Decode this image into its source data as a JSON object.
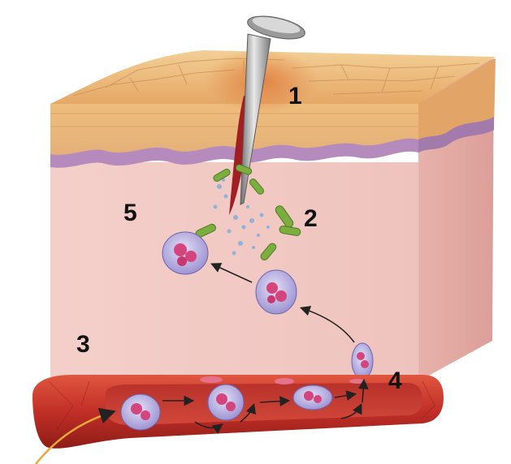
{
  "labels": {
    "label_1": "1",
    "label_2": "2",
    "label_3": "3",
    "label_4": "4",
    "label_5": "5"
  },
  "colors": {
    "epidermis": "#e9b47a",
    "basal_layer": "#b58bbd",
    "dermis": "#f1c9c4",
    "blood_vessel": "#c9362c",
    "bacteria": "#7cae3f",
    "cell": "#b9b2e0",
    "nucleus": "#d4447d",
    "nail": "#a9a9a9",
    "wound": "#a11f22"
  },
  "icons": [
    "nail-icon",
    "bacteria-icon",
    "phagocyte-icon",
    "arrow-icon"
  ]
}
